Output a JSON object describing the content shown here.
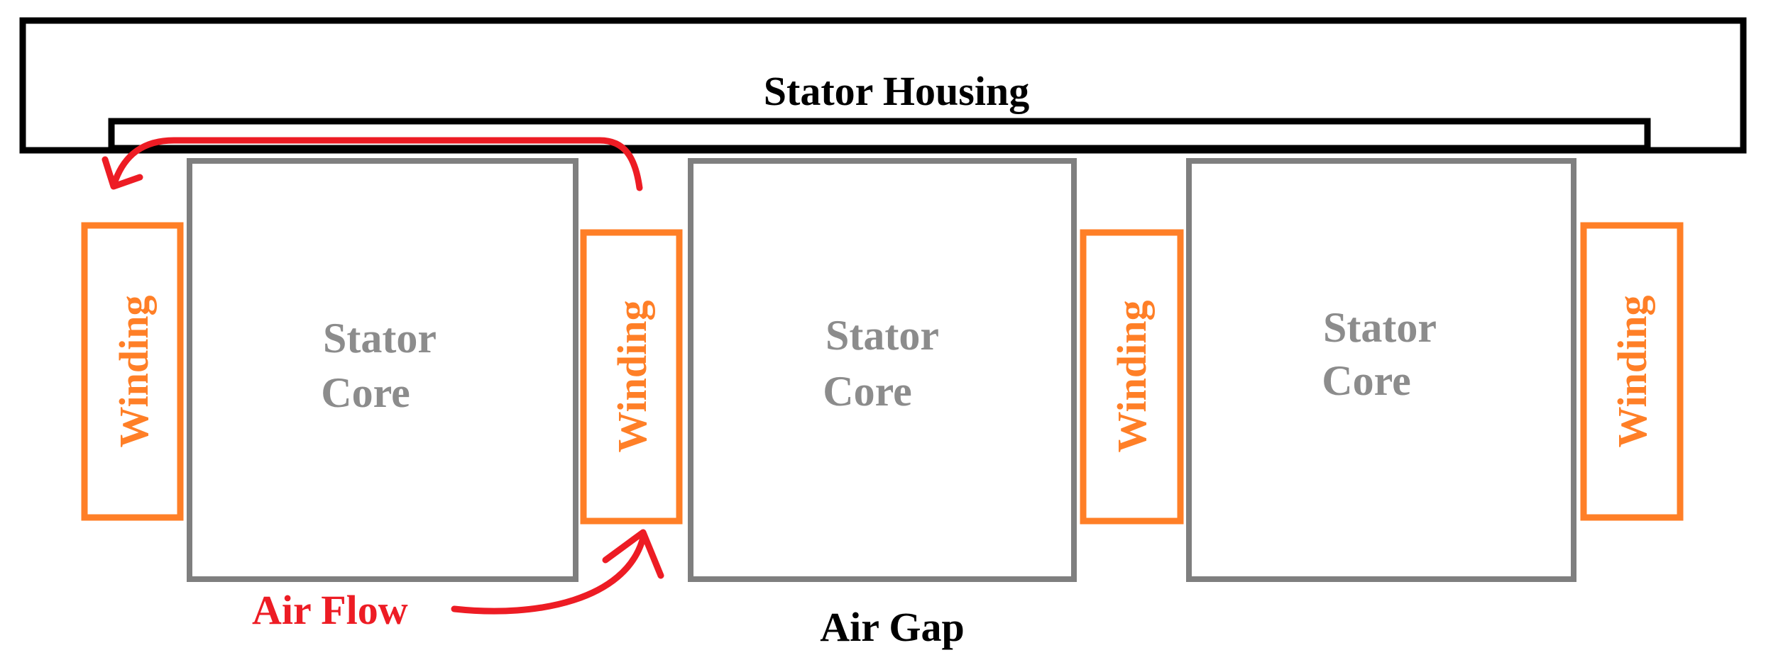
{
  "housing": {
    "label": "Stator Housing"
  },
  "cores": [
    {
      "line1": "Stator",
      "line2": "Core"
    },
    {
      "line1": "Stator",
      "line2": "Core"
    },
    {
      "line1": "Stator",
      "line2": "Core"
    }
  ],
  "windings": [
    {
      "label": "Winding"
    },
    {
      "label": "Winding"
    },
    {
      "label": "Winding"
    },
    {
      "label": "Winding"
    }
  ],
  "air_flow": {
    "label": "Air Flow"
  },
  "air_gap": {
    "label": "Air Gap"
  },
  "colors": {
    "housing": "#000000",
    "core": "#7f7f7f",
    "winding": "#ff7f27",
    "air_flow": "#ed1c24",
    "text": "#000000"
  }
}
